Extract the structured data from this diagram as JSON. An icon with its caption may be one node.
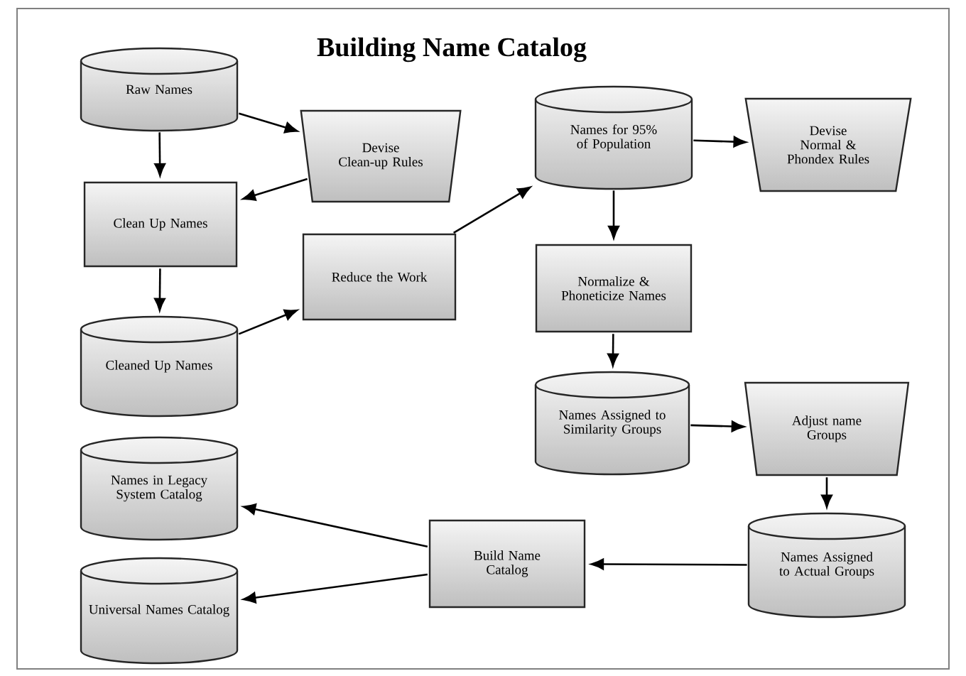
{
  "diagram": {
    "title": "Building Name Catalog",
    "nodes": [
      {
        "text": [
          "Raw Names"
        ]
      },
      {
        "text": [
          "Devise Clean-up Rules"
        ]
      },
      {
        "text": [
          "Clean Up Names"
        ]
      },
      {
        "text": [
          "Reduce the Work"
        ]
      },
      {
        "text": [
          "Cleaned Up Names"
        ]
      },
      {
        "text": [
          "Names for 95% of Population"
        ]
      },
      {
        "text": [
          "Devise Normal & Phondex Rules"
        ]
      },
      {
        "text": [
          "Normalize & Phoneticize Names"
        ]
      },
      {
        "text": [
          "Names Assigned to Similarity Groups"
        ]
      },
      {
        "text": [
          "Adjust name Groups"
        ]
      },
      {
        "text": [
          "Names in Legacy System Catalog"
        ]
      },
      {
        "text": [
          "Build Name Catalog"
        ]
      },
      {
        "text": [
          "Universal Names Catalog"
        ]
      },
      {
        "text": [
          "Names Assigned to Actual Groups"
        ]
      }
    ],
    "edges": [
      {
        "from": 0,
        "to": 1,
        "arrow": "to"
      },
      {
        "from": 0,
        "to": 2,
        "arrow": "to"
      },
      {
        "from": 1,
        "to": 2,
        "arrow": "to"
      },
      {
        "from": 2,
        "to": 4,
        "arrow": "to"
      },
      {
        "from": 4,
        "to": 3,
        "arrow": "to"
      },
      {
        "from": 3,
        "to": 5,
        "arrow": "to"
      },
      {
        "from": 5,
        "to": 6,
        "arrow": "to"
      },
      {
        "from": 5,
        "to": 7,
        "arrow": "to"
      },
      {
        "from": 7,
        "to": 8,
        "arrow": "to"
      },
      {
        "from": 8,
        "to": 9,
        "arrow": "to"
      },
      {
        "from": 9,
        "to": 13,
        "arrow": "to"
      },
      {
        "from": 13,
        "to": 11,
        "arrow": "to"
      },
      {
        "from": 11,
        "to": 10,
        "arrow": "to"
      },
      {
        "from": 11,
        "to": 12,
        "arrow": "to"
      }
    ]
  }
}
